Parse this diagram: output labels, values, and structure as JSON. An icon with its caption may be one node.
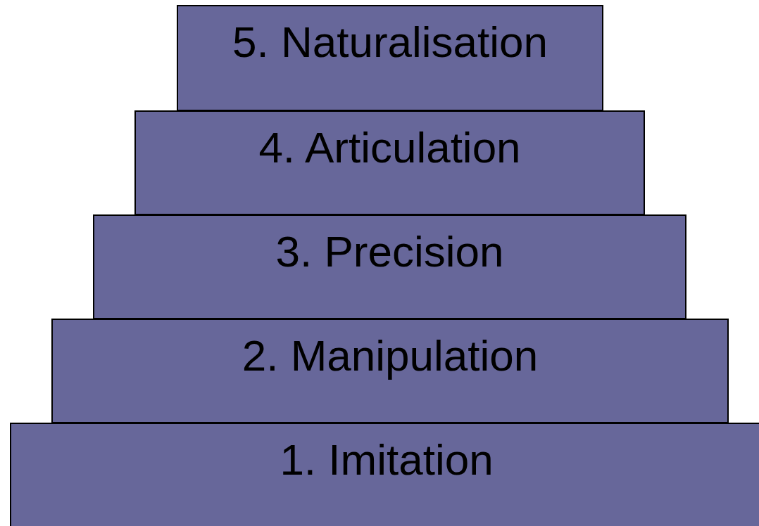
{
  "diagram": {
    "nodes": [
      {
        "text": [
          "5. Naturalisation"
        ]
      },
      {
        "text": [
          "4. Articulation"
        ]
      },
      {
        "text": [
          "3. Precision"
        ]
      },
      {
        "text": [
          "2. Manipulation"
        ]
      },
      {
        "text": [
          "1. Imitation"
        ]
      }
    ]
  }
}
